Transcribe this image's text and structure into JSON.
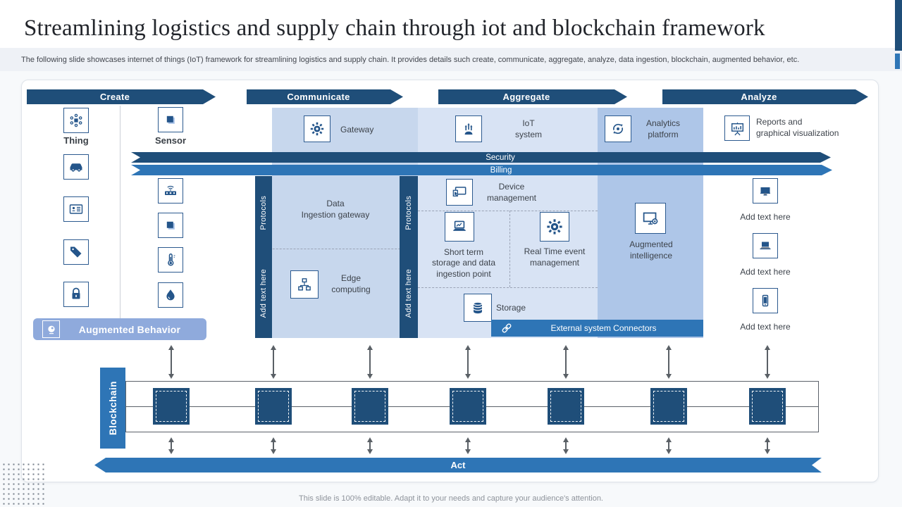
{
  "slide": {
    "title": "Streamlining logistics and supply chain through iot and blockchain framework",
    "subtitle": "The following slide showcases internet of things (IoT) framework for streamlining logistics and supply chain. It provides details such create, communicate, aggregate, analyze, data ingestion, blockchain, augmented behavior, etc.",
    "footer": "This slide is 100% editable. Adapt it to your needs and capture your audience's attention."
  },
  "stages": {
    "create": "Create",
    "communicate": "Communicate",
    "aggregate": "Aggregate",
    "analyze": "Analyze"
  },
  "bands": {
    "security": "Security",
    "billing": "Billing",
    "act": "Act",
    "blockchain": "Blockchain"
  },
  "create_column": {
    "thing_label": "Thing",
    "sensor_label": "Sensor",
    "augmented_behavior": "Augmented Behavior",
    "thing_icons": [
      "thing-network",
      "car",
      "id-card",
      "tag",
      "lock"
    ],
    "sensor_icons": [
      "chip",
      "wifi-device",
      "chip",
      "thermometer",
      "water-drop"
    ]
  },
  "communicate_column": {
    "gateway": "Gateway",
    "data_ingestion": "Data\nIngestion gateway",
    "edge_computing": "Edge\ncomputing",
    "protocols": "Protocols",
    "add_text": "Add text here"
  },
  "aggregate_column": {
    "iot_system": "IoT\nsystem",
    "device_management": "Device\nmanagement",
    "short_term_storage": "Short term\nstorage and data\ningestion point",
    "real_time": "Real Time event\nmanagement",
    "storage": "Storage",
    "external_connectors": "External system Connectors",
    "protocols": "Protocols",
    "add_text": "Add text here"
  },
  "analyze_column": {
    "analytics_platform": "Analytics\nplatform",
    "augmented_intelligence": "Augmented\nintelligence",
    "reports": "Reports and\ngraphical visualization",
    "add_text_items": [
      "Add text here",
      "Add text here",
      "Add text here"
    ]
  },
  "colors": {
    "navy": "#1f4e79",
    "blue": "#2e75b6",
    "panel_light": "#c7d7ed",
    "panel_lighter": "#d8e3f4",
    "panel_medium": "#aec6e8",
    "pill_blue": "#8faadc"
  }
}
